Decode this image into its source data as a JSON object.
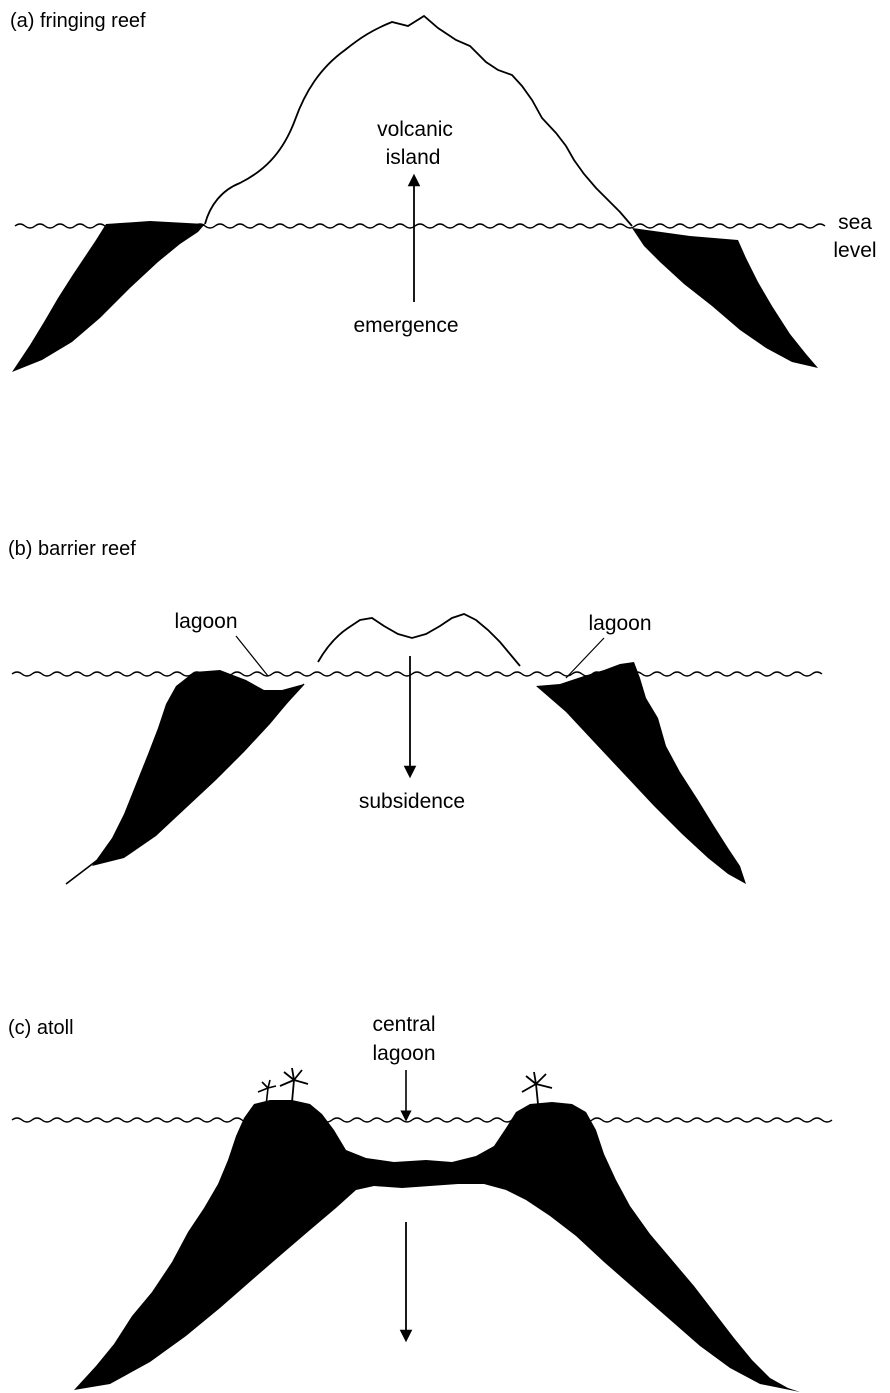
{
  "panels": {
    "a": {
      "title": "(a) fringing reef",
      "label_island_1": "volcanic",
      "label_island_2": "island",
      "label_motion": "emergence",
      "label_sea_1": "sea",
      "label_sea_2": "level"
    },
    "b": {
      "title": "(b) barrier reef",
      "label_lagoon_left": "lagoon",
      "label_lagoon_right": "lagoon",
      "label_motion": "subsidence"
    },
    "c": {
      "title": "(c) atoll",
      "label_lagoon_1": "central",
      "label_lagoon_2": "lagoon"
    }
  },
  "colors": {
    "ink": "#000000",
    "background": "#ffffff"
  }
}
